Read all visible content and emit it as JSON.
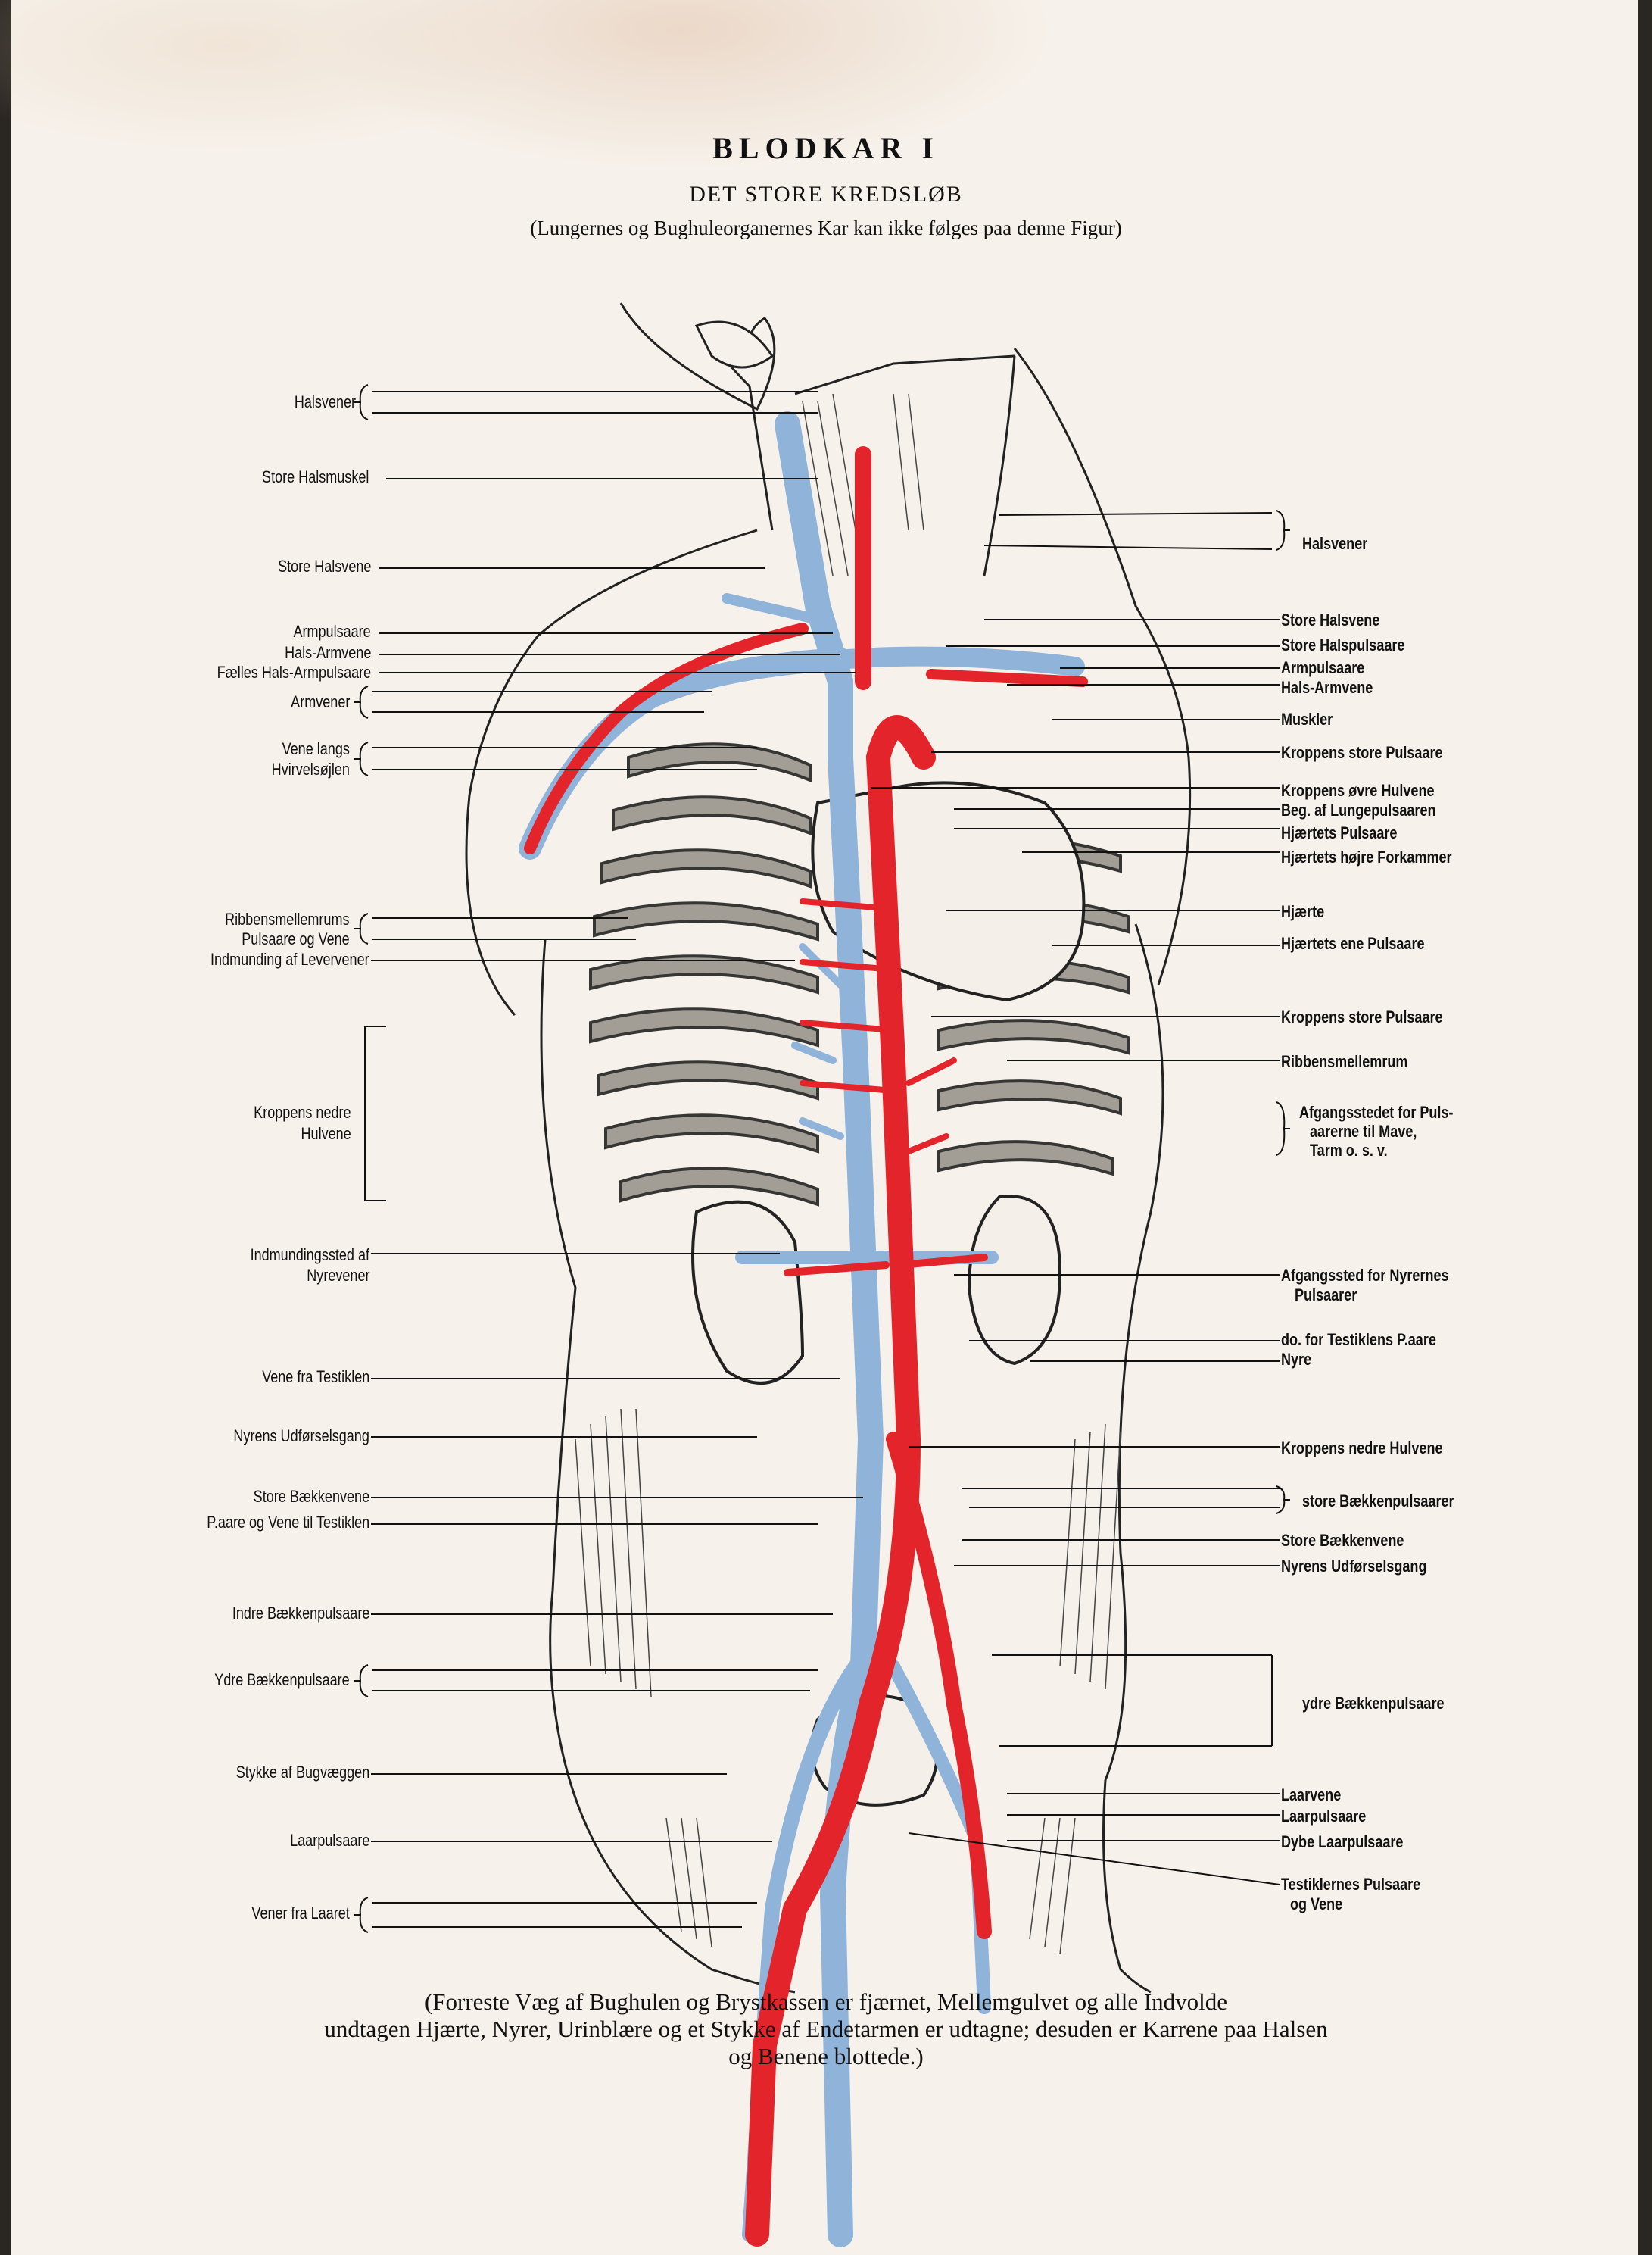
{
  "title": "BLODKAR I",
  "subtitle": "DET STORE KREDSLØB",
  "note": "(Lungernes og Bughuleorganernes Kar kan ikke følges paa denne Figur)",
  "colors": {
    "artery": "#e3242b",
    "vein": "#8fb3d9",
    "paper": "#f6f1ea",
    "ink": "#111111"
  },
  "left_labels": [
    "Halsvener",
    "Store Halsmuskel",
    "Store Halsvene",
    "Armpulsaare",
    "Hals-Armvene",
    "Fælles Hals-Armpulsaare",
    "Armvener",
    "Vene langs",
    "Hvirvelsøjlen",
    "Ribbensmellemrums",
    "Pulsaare og Vene",
    "Indmunding af Levervener",
    "Kroppens nedre",
    "Hulvene",
    "Indmundingssted af",
    "Nyrevener",
    "Vene fra Testiklen",
    "Nyrens Udførselsgang",
    "Store Bækkenvene",
    "P.aare og Vene til Testiklen",
    "Indre Bækkenpulsaare",
    "Ydre Bækkenpulsaare",
    "Stykke af Bugvæggen",
    "Laarpulsaare",
    "Vener fra Laaret"
  ],
  "right_labels": [
    "Halsvener",
    "Store Halsvene",
    "Store Halspulsaare",
    "Armpulsaare",
    "Hals-Armvene",
    "Muskler",
    "Kroppens store Pulsaare",
    "Kroppens øvre Hulvene",
    "Beg. af Lungepulsaaren",
    "Hjærtets Pulsaare",
    "Hjærtets højre Forkammer",
    "Hjærte",
    "Hjærtets ene Pulsaare",
    "Kroppens store Pulsaare",
    "Ribbensmellemrum",
    "Afgangsstedet for Puls-",
    "aarerne til Mave,",
    "Tarm o. s. v.",
    "Afgangssted for Nyrernes",
    "Pulsaarer",
    "do. for Testiklens P.aare",
    "Nyre",
    "Kroppens nedre Hulvene",
    "store Bækkenpulsaarer",
    "Store Bækkenvene",
    "Nyrens Udførselsgang",
    "ydre Bækkenpulsaare",
    "Laarvene",
    "Laarpulsaare",
    "Dybe Laarpulsaare",
    "Testiklernes Pulsaare",
    "og Vene"
  ],
  "caption": [
    "(Forreste Væg af Bughulen og Brystkassen er fjærnet, Mellemgulvet og alle Indvolde",
    "undtagen Hjærte, Nyrer, Urinblære og et Stykke af Endetarmen er udtagne; desuden er Karrene paa Halsen",
    "og Benene blottede.)"
  ]
}
